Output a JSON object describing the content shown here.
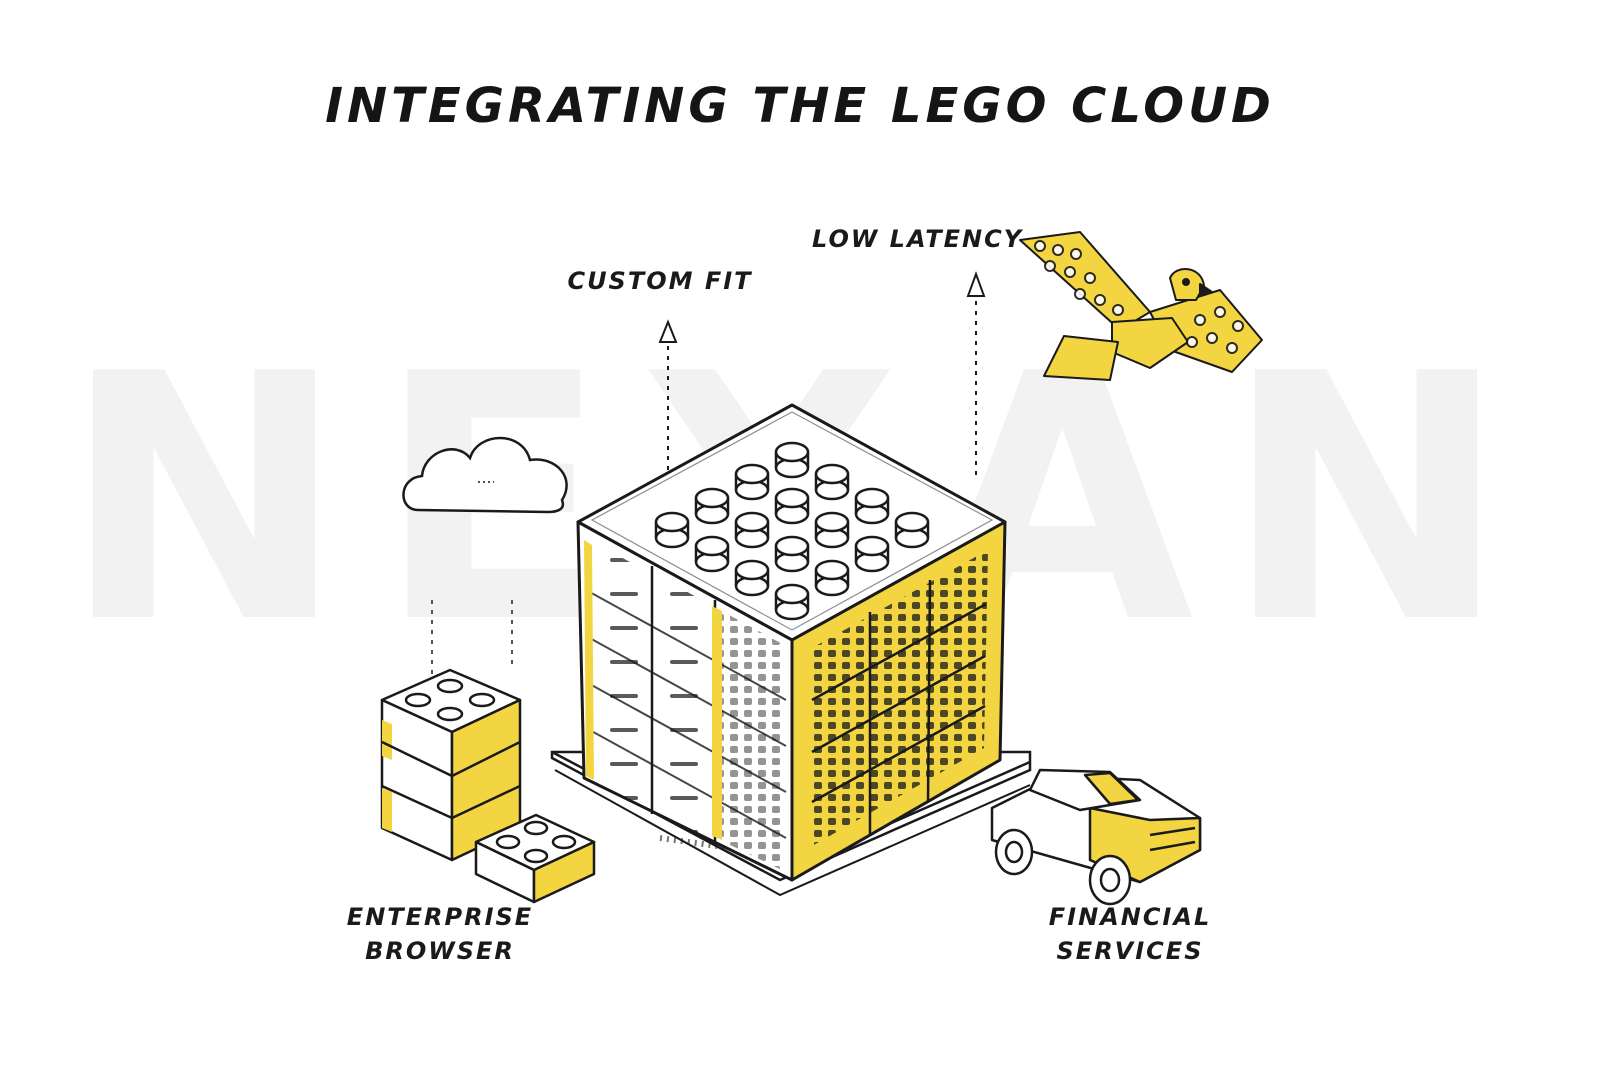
{
  "title": "INTEGRATING THE LEGO CLOUD",
  "watermark": "NEXAN",
  "labels": {
    "custom_fit": "CUSTOM FIT",
    "low_latency": "LOW LATENCY",
    "enterprise_line1": "ENTERPRISE",
    "enterprise_line2": "BROWSER",
    "financial_line1": "FINANCIAL",
    "financial_line2": "SERVICES"
  },
  "colors": {
    "accent": "#f2d541",
    "ink": "#1a1a1a",
    "watermark": "#f2f2f2"
  },
  "icons": [
    "cloud-icon",
    "lego-eagle-icon",
    "lego-car-icon",
    "lego-brick-icon",
    "server-cube-icon"
  ]
}
